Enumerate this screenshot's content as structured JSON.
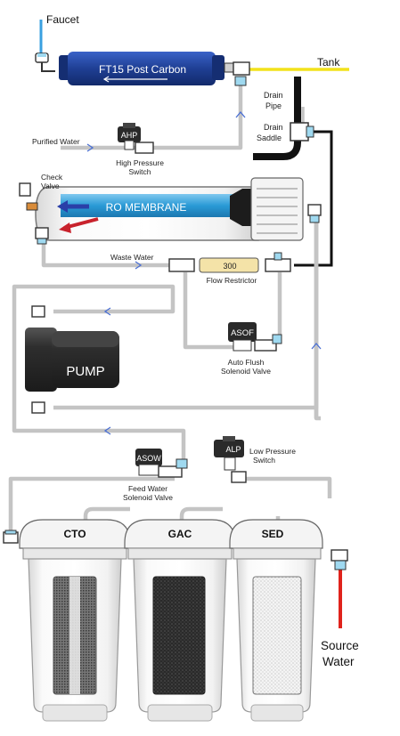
{
  "labels": {
    "faucet": "Faucet",
    "post_carbon": "FT15 Post Carbon",
    "tank": "Tank",
    "drain_pipe": [
      "Drain",
      "Pipe"
    ],
    "drain_saddle": [
      "Drain",
      "Saddle"
    ],
    "purified_water": "Purified Water",
    "ahp": "AHP",
    "high_pressure_switch": [
      "High Pressure",
      "Switch"
    ],
    "check_valve": [
      "Check",
      "Valve"
    ],
    "ro_membrane": "RO MEMBRANE",
    "waste_water": "Waste Water",
    "flow_restrictor_value": "300",
    "flow_restrictor": "Flow Restrictor",
    "asof": "ASOF",
    "auto_flush": [
      "Auto Flush",
      "Solenoid Valve"
    ],
    "pump": "PUMP",
    "asow": "ASOW",
    "feed_water": [
      "Feed Water",
      "Solenoid Valve"
    ],
    "alp": "ALP",
    "low_pressure_switch": [
      "Low Pressure",
      "Switch"
    ],
    "cto": "CTO",
    "gac": "GAC",
    "sed": "SED",
    "source_water": [
      "Source",
      "Water"
    ]
  },
  "colors": {
    "post_carbon_blue": "#1f3f94",
    "membrane_blue": "#2a9ad6",
    "tank_line_yellow": "#f2e21b",
    "drain_black": "#111111",
    "source_red": "#e0231c",
    "faucet_blue": "#3aa0e0",
    "tube_gray": "#c4c4c4",
    "flow_arrow": "#4a6fd3"
  }
}
